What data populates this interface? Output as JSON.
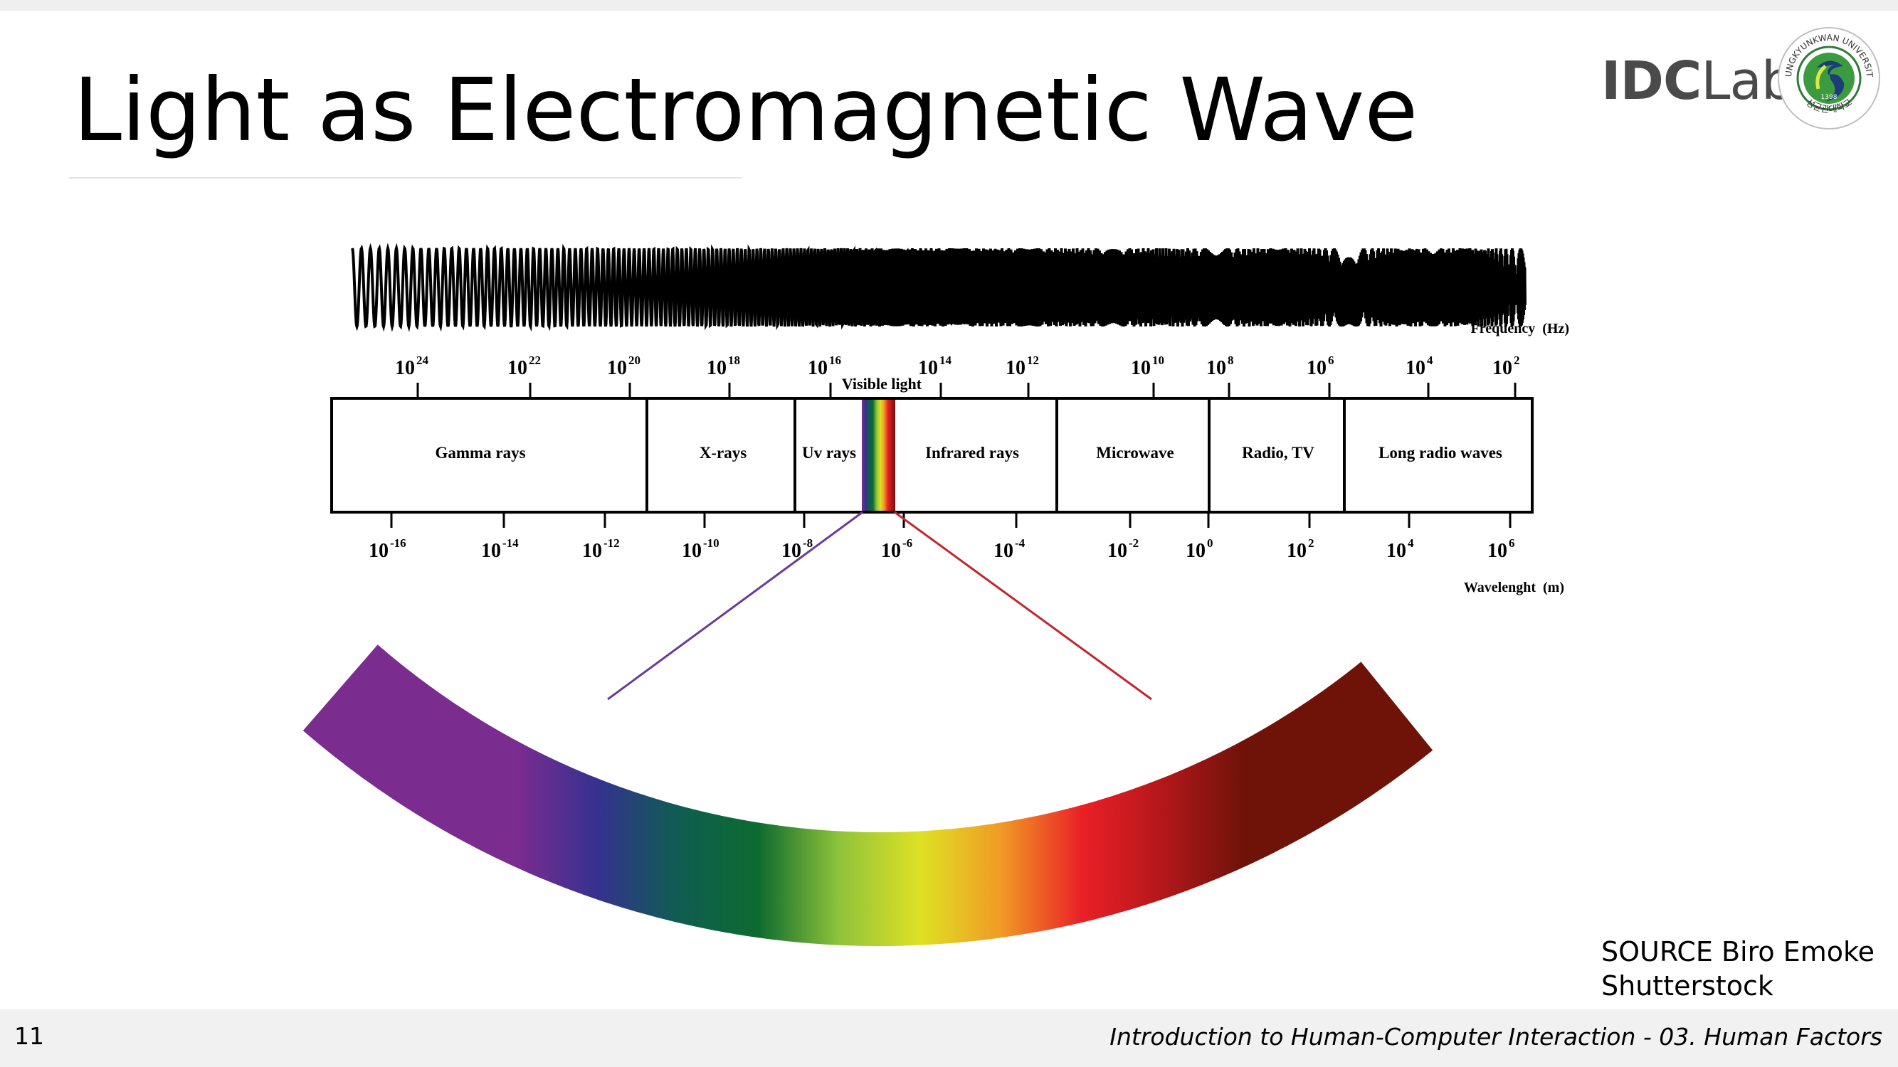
{
  "slide": {
    "title": "Light as Electromagnetic Wave",
    "page_number": "11",
    "footer": "Introduction to Human-Computer Interaction - 03. Human Factors",
    "source_line1": "SOURCE Biro Emoke",
    "source_line2": "Shutterstock"
  },
  "logo": {
    "lab_bold": "IDC",
    "lab_light": "Lab",
    "university": "SUNGKYUNKWAN UNIVERSITY",
    "year": "1398",
    "korean": "성균관대학교"
  },
  "spectrum": {
    "frequency_label": "Frequency  (Hz)",
    "wavelength_label": "Wavelenght  (m)",
    "visible_label": "Visible light",
    "bands": [
      {
        "label": "Gamma rays"
      },
      {
        "label": "X-rays"
      },
      {
        "label": "Uv rays"
      },
      {
        "label": "Infrared rays"
      },
      {
        "label": "Microwave"
      },
      {
        "label": "Radio, TV"
      },
      {
        "label": "Long radio waves"
      }
    ],
    "frequency_ticks": [
      {
        "base": "10",
        "exp": "24"
      },
      {
        "base": "10",
        "exp": "22"
      },
      {
        "base": "10",
        "exp": "20"
      },
      {
        "base": "10",
        "exp": "18"
      },
      {
        "base": "10",
        "exp": "16"
      },
      {
        "base": "10",
        "exp": "14"
      },
      {
        "base": "10",
        "exp": "12"
      },
      {
        "base": "10",
        "exp": "10"
      },
      {
        "base": "10",
        "exp": "8"
      },
      {
        "base": "10",
        "exp": "6"
      },
      {
        "base": "10",
        "exp": "4"
      },
      {
        "base": "10",
        "exp": "2"
      }
    ],
    "wavelength_ticks": [
      {
        "base": "10",
        "exp": "-16"
      },
      {
        "base": "10",
        "exp": "-14"
      },
      {
        "base": "10",
        "exp": "-12"
      },
      {
        "base": "10",
        "exp": "-10"
      },
      {
        "base": "10",
        "exp": "-8"
      },
      {
        "base": "10",
        "exp": "-6"
      },
      {
        "base": "10",
        "exp": "-4"
      },
      {
        "base": "10",
        "exp": "-2"
      },
      {
        "base": "10",
        "exp": "0"
      },
      {
        "base": "10",
        "exp": "2"
      },
      {
        "base": "10",
        "exp": "4"
      },
      {
        "base": "10",
        "exp": "6"
      }
    ],
    "visible_colors": [
      "#7b2c8f",
      "#35318f",
      "#0f5d52",
      "#0e6b2f",
      "#8fc33a",
      "#dfe124",
      "#f09a25",
      "#ea2027",
      "#b3171b",
      "#6f1309"
    ]
  }
}
